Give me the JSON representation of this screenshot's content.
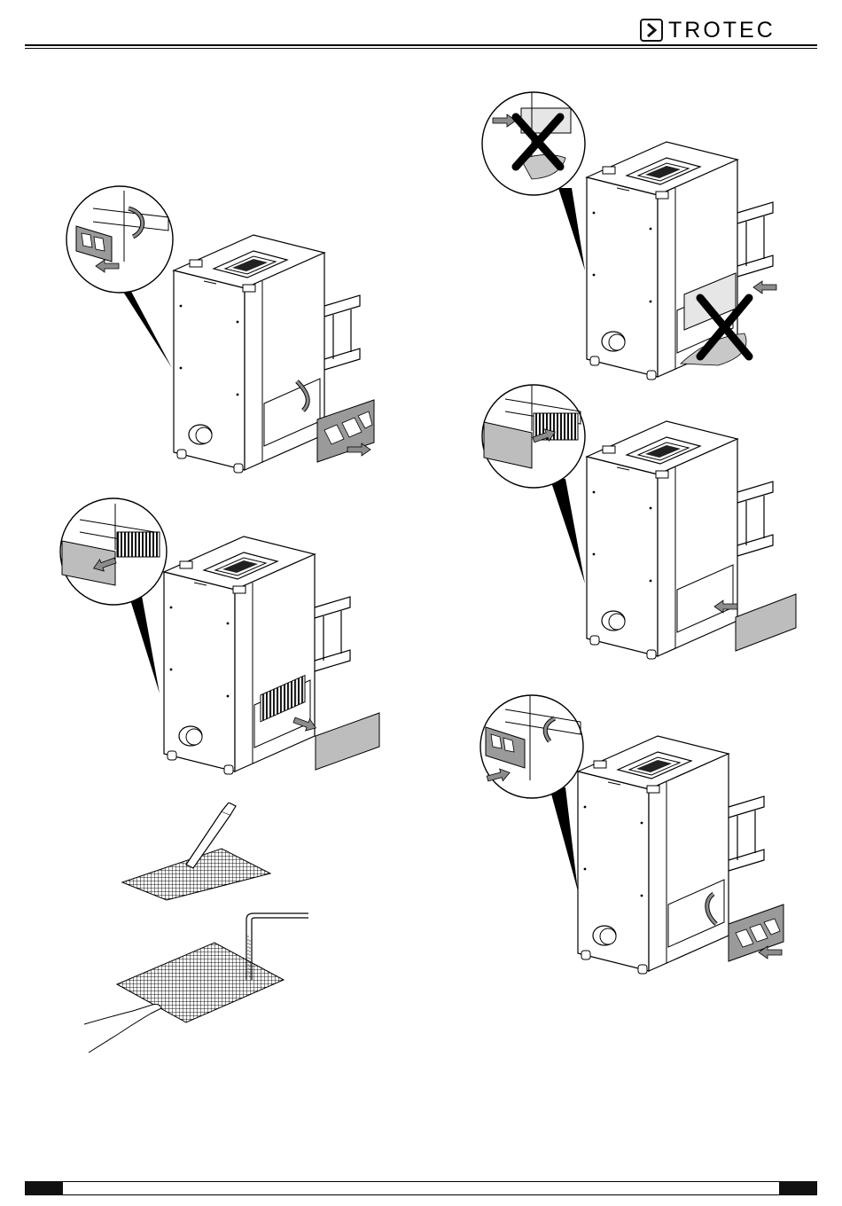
{
  "header": {
    "brand": "TROTEC"
  },
  "figures": [
    {
      "id": "fig-1",
      "step": "remove-front-grille"
    },
    {
      "id": "fig-2",
      "step": "remove-filter-mat"
    },
    {
      "id": "fig-3",
      "step": "clean-filter-grid"
    },
    {
      "id": "fig-4",
      "step": "incorrect-filter-insertion"
    },
    {
      "id": "fig-5",
      "step": "insert-filter-mat"
    },
    {
      "id": "fig-6",
      "step": "reinstall-front-grille"
    }
  ],
  "colors": {
    "line": "#000000",
    "arrow_fill": "#8c8c8c",
    "filter_fill": "#bdbdbd",
    "cross": "#000000"
  }
}
